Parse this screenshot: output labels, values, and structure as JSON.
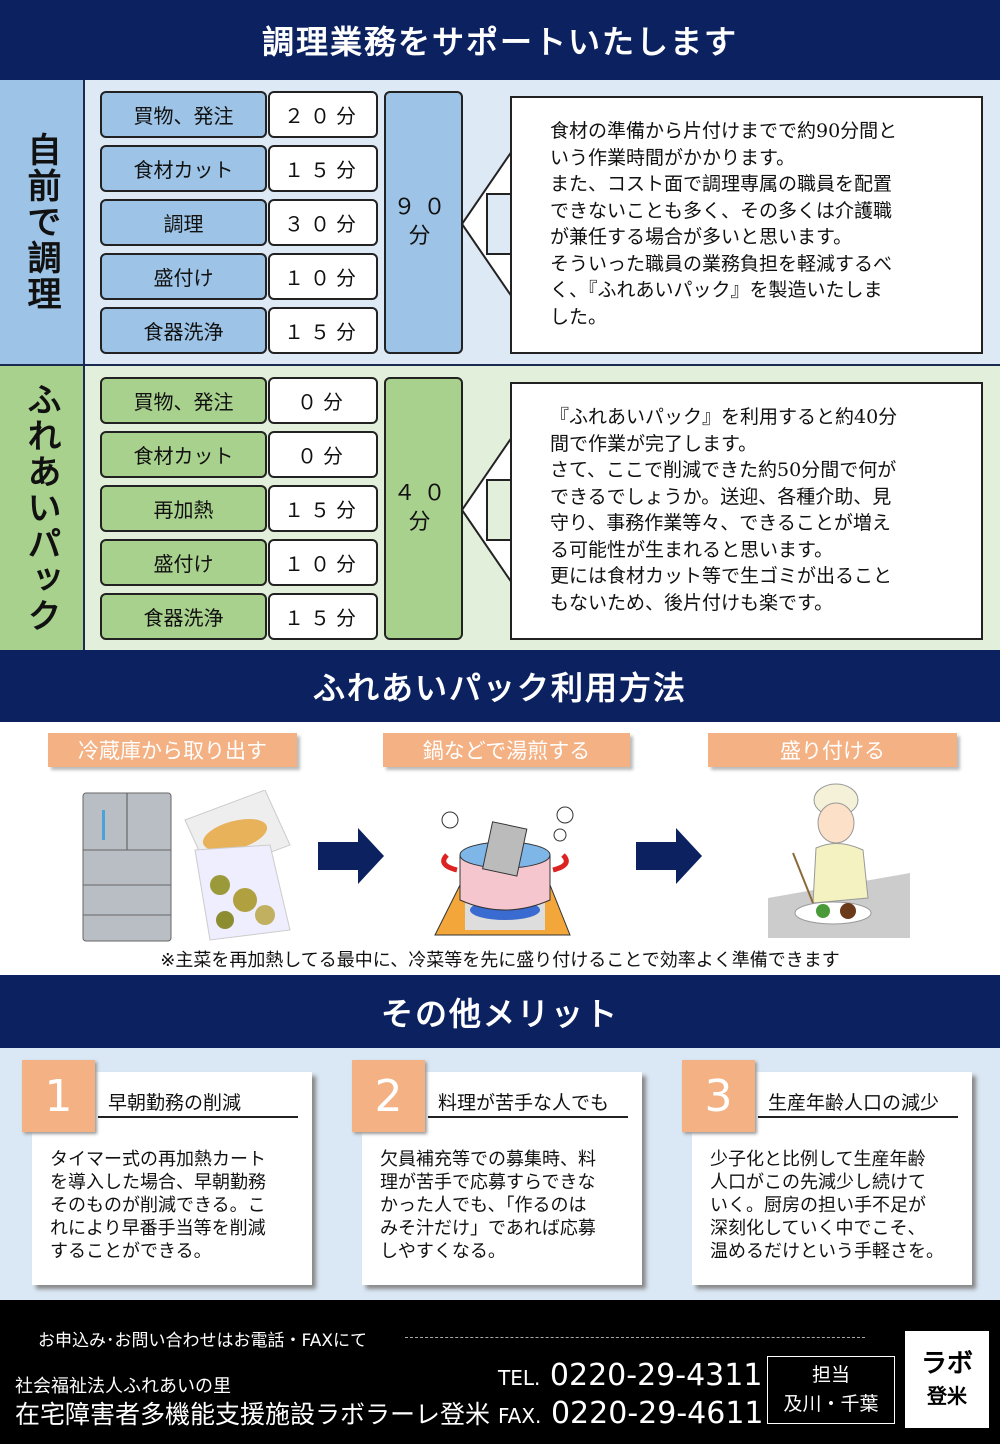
{
  "header": {
    "title": "調理業務をサポートいたします"
  },
  "self_cook": {
    "label": "自前で調理",
    "rows": [
      {
        "task": "買物、発注",
        "time": "２０分"
      },
      {
        "task": "食材カット",
        "time": "１５分"
      },
      {
        "task": "調理",
        "time": "３０分"
      },
      {
        "task": "盛付け",
        "time": "１０分"
      },
      {
        "task": "食器洗浄",
        "time": "１５分"
      }
    ],
    "total_num": "９０",
    "total_unit": "分",
    "text": [
      "食材の準備から片付けまでで約90分間と",
      "いう作業時間がかかります。",
      "また、コスト面で調理専属の職員を配置",
      "できないことも多く、その多くは介護職",
      "が兼任する場合が多いと思います。",
      "そういった職員の業務負担を軽減するべ",
      "く、『ふれあいパック』を製造いたしま",
      "した。"
    ],
    "color": "#9dc3e6",
    "bg": "#dde9f5"
  },
  "pack": {
    "label": "ふれあいパック",
    "rows": [
      {
        "task": "買物、発注",
        "time": "０分"
      },
      {
        "task": "食材カット",
        "time": "０分"
      },
      {
        "task": "再加熱",
        "time": "１５分"
      },
      {
        "task": "盛付け",
        "time": "１０分"
      },
      {
        "task": "食器洗浄",
        "time": "１５分"
      }
    ],
    "total_num": "４０",
    "total_unit": "分",
    "text": [
      "『ふれあいパック』を利用すると約40分",
      "間で作業が完了します。",
      "さて、ここで削減できた約50分間で何が",
      "できるでしょうか。送迎、各種介助、見",
      "守り、事務作業等々、できることが増え",
      "る可能性が生まれると思います。",
      "更には食材カット等で生ゴミが出ること",
      "もないため、後片付けも楽です。"
    ],
    "color": "#a9d18e",
    "bg": "#e2efda"
  },
  "usage": {
    "title": "ふれあいパック利用方法",
    "steps": [
      "冷蔵庫から取り出す",
      "鍋などで湯煎する",
      "盛り付ける"
    ],
    "note": "※主菜を再加熱してる最中に、冷菜等を先に盛り付けることで効率よく準備できます"
  },
  "merits": {
    "title": "その他メリット",
    "items": [
      {
        "num": "1",
        "title": "早朝勤務の削減",
        "body": [
          "タイマー式の再加熱カート",
          "を導入した場合、早朝勤務",
          "そのものが削減できる。こ",
          "れにより早番手当等を削減",
          "することができる。"
        ]
      },
      {
        "num": "2",
        "title": "料理が苦手な人でも",
        "body": [
          "欠員補充等での募集時、料",
          "理が苦手で応募すらできな",
          "かった人でも、「作るのは",
          "みそ汁だけ」であれば応募",
          "しやすくなる。"
        ]
      },
      {
        "num": "3",
        "title": "生産年齢人口の減少",
        "body": [
          "少子化と比例して生産年齢",
          "人口がこの先減少し続けて",
          "いく。厨房の担い手不足が",
          "深刻化していく中でこそ、",
          "温めるだけという手軽さを。"
        ]
      }
    ]
  },
  "footer": {
    "inquiry": "お申込み･お問い合わせはお電話・FAXにて",
    "org": "社会福祉法人ふれあいの里",
    "facility": "在宅障害者多機能支援施設ラボラーレ登米",
    "tel_label": "TEL.",
    "tel": "0220-29-4311",
    "fax_label": "FAX.",
    "fax": "0220-29-4611",
    "contact_title": "担当",
    "contact_names": "及川・千葉",
    "logo_line1": "ラボ",
    "logo_line2": "登米"
  }
}
